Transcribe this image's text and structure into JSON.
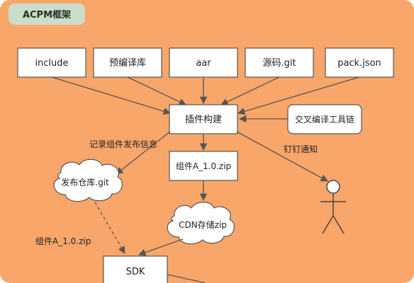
{
  "title": "ACPM框架",
  "colors": {
    "background": "#F9A66A",
    "title_bg": "#C8DEC8",
    "box_fill": "#FFFFFF",
    "stroke": "#555555"
  },
  "nodes": {
    "include": "include",
    "precompile": "预编译库",
    "aar": "aar",
    "source_git": "源码.git",
    "pack_json": "pack.json",
    "plugin_build": "插件构建",
    "cross_toolchain": "交叉编译工具链",
    "component_zip": "组件A_1.0.zip",
    "publish_repo": "发布仓库.git",
    "cdn_store": "CDN存储zip",
    "sdk": "SDK"
  },
  "edge_labels": {
    "record_info": "记录组件发布信息",
    "dingtalk_notify": "钉钉通知",
    "component_zip_side": "组件A_1.0.zip"
  }
}
